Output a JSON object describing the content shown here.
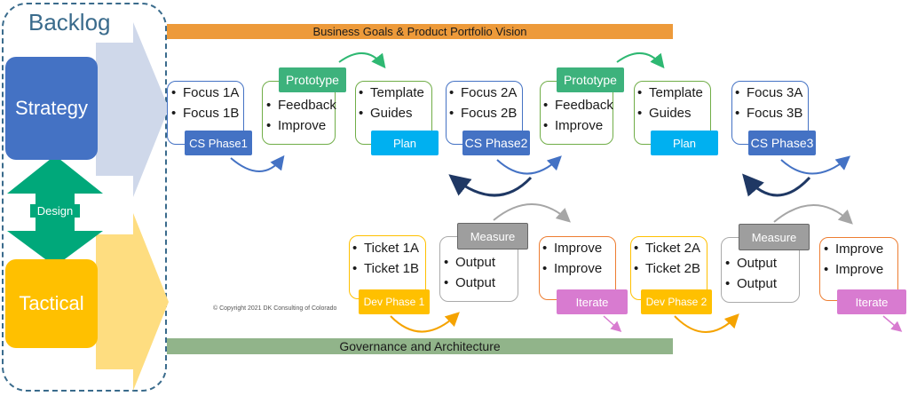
{
  "backlog": {
    "title": "Backlog",
    "strategy": "Strategy",
    "design": "Design",
    "tactical": "Tactical"
  },
  "top_bar": "Business Goals & Product Portfolio Vision",
  "bottom_bar": "Governance and Architecture",
  "copyright": "© Copyright 2021 DK Consulting of Colorado",
  "strategy_row": [
    {
      "items": [
        "Focus 1A",
        "Focus 1B"
      ],
      "tag": "CS Phase1"
    },
    {
      "items": [
        "Feedback",
        "Improve"
      ],
      "tag": "Prototype"
    },
    {
      "items": [
        "Template",
        "Guides"
      ],
      "tag": "Plan"
    },
    {
      "items": [
        "Focus 2A",
        "Focus 2B"
      ],
      "tag": "CS Phase2"
    },
    {
      "items": [
        "Feedback",
        "Improve"
      ],
      "tag": "Prototype"
    },
    {
      "items": [
        "Template",
        "Guides"
      ],
      "tag": "Plan"
    },
    {
      "items": [
        "Focus 3A",
        "Focus 3B"
      ],
      "tag": "CS Phase3"
    }
  ],
  "tactical_row": [
    {
      "items": [
        "Ticket 1A",
        "Ticket 1B"
      ],
      "tag": "Dev Phase 1"
    },
    {
      "items": [
        "Output",
        "Output"
      ],
      "tag": "Measure"
    },
    {
      "items": [
        "Improve",
        "Improve"
      ],
      "tag": "Iterate"
    },
    {
      "items": [
        "Ticket 2A",
        "Ticket 2B"
      ],
      "tag": "Dev Phase 2"
    },
    {
      "items": [
        "Output",
        "Output"
      ],
      "tag": "Measure"
    },
    {
      "items": [
        "Improve",
        "Improve"
      ],
      "tag": "Iterate"
    }
  ],
  "colors": {
    "blue": "#4472c4",
    "green": "#70ad47",
    "teal_green": "#00a87a",
    "cyan": "#00b0f0",
    "gold": "#ffc000",
    "orange_border": "#ed7d31",
    "gray": "#9e9e9e",
    "pink": "#d87bd0",
    "top_bar": "#ed9a3a",
    "bottom_bar": "#91b48a"
  }
}
